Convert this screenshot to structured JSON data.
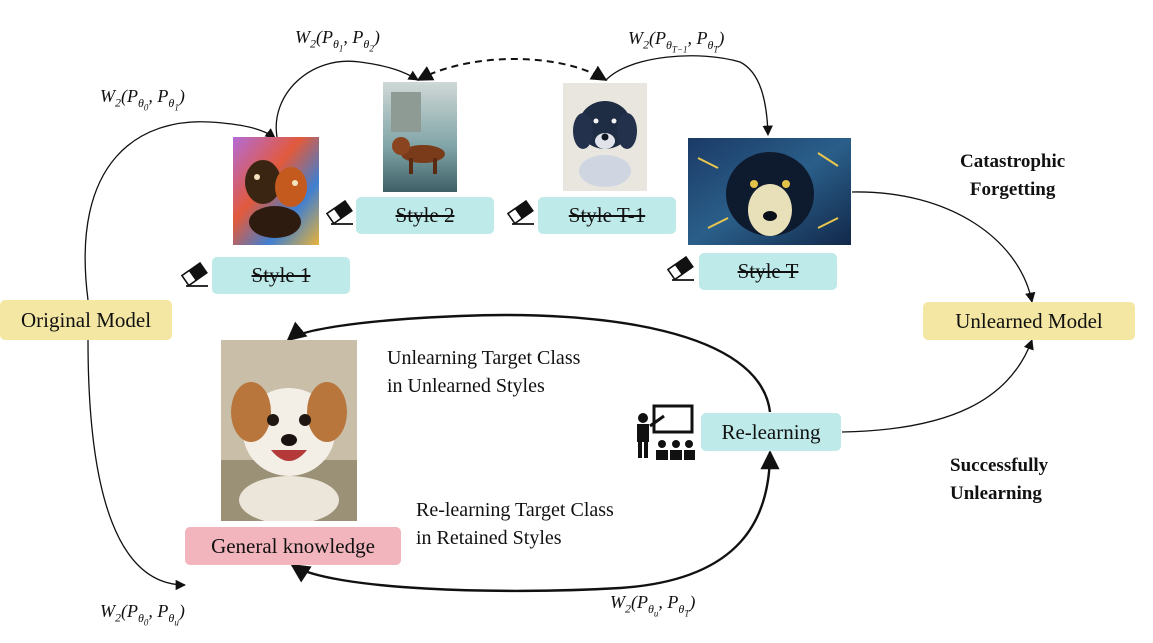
{
  "nodes": {
    "original_model": "Original Model",
    "unlearned_model": "Unlearned Model",
    "general_knowledge": "General knowledge",
    "relearning": "Re-learning",
    "style_1": "Style 1",
    "style_2": "Style 2",
    "style_t_minus_1": "Style T-1",
    "style_t": "Style T"
  },
  "annotations": {
    "catastrophic_line1": "Catastrophic",
    "catastrophic_line2": "Forgetting",
    "successfully_line1": "Successfully",
    "successfully_line2": "Unlearning",
    "unlearning_target_line1": "Unlearning Target Class",
    "unlearning_target_line2": "in Unlearned Styles",
    "relearning_target_line1": "Re-learning Target Class",
    "relearning_target_line2": "in Retained Styles"
  },
  "formulas": {
    "w2_theta0_theta1": "W2(Pθ0, Pθ1)",
    "w2_theta1_theta2": "W2(Pθ1, Pθ2)",
    "w2_thetaT1_thetaT": "W2(PθT−1, PθT)",
    "w2_theta0_thetau": "W2(Pθ0, Pθu)",
    "w2_thetau_thetaT": "W2(Pθu, PθT)"
  },
  "colors": {
    "yellow_box": "#f4e7a3",
    "cyan_box": "#bfeaea",
    "pink_box": "#f2b5bd"
  },
  "icons": [
    "eraser-icon",
    "teacher-classroom-icon"
  ]
}
